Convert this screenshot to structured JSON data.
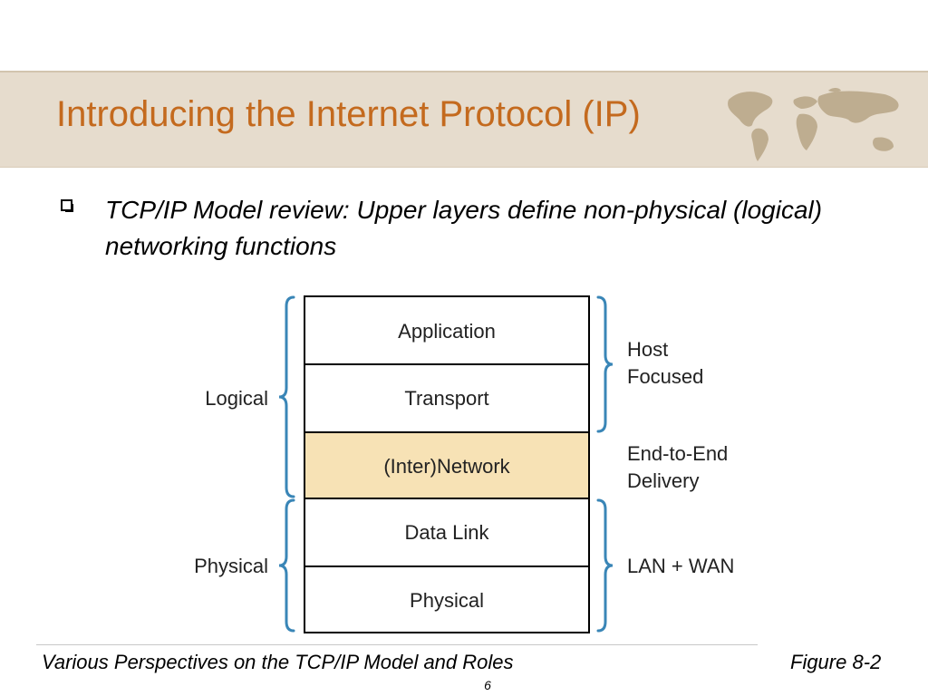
{
  "slide": {
    "title": "Introducing the Internet Protocol (IP)",
    "bullet": "TCP/IP Model review: Upper layers define non-physical (logical) networking functions"
  },
  "diagram": {
    "layers": [
      "Application",
      "Transport",
      "(Inter)Network",
      "Data Link",
      "Physical"
    ],
    "left_groups": [
      "Logical",
      "Physical"
    ],
    "right_groups": [
      {
        "line1": "Host",
        "line2": "Focused"
      },
      {
        "line1": "End-to-End",
        "line2": "Delivery"
      },
      {
        "line1": "LAN + WAN",
        "line2": ""
      }
    ],
    "colors": {
      "highlight_fill": "#f7e2b5",
      "brace": "#3a86b7",
      "border": "#000000"
    }
  },
  "footer": {
    "caption": "Various Perspectives on the TCP/IP Model and Roles",
    "figure": "Figure 8-2",
    "page": "6"
  },
  "colors": {
    "title": "#c46a1e",
    "title_band": "#e6dccd"
  }
}
